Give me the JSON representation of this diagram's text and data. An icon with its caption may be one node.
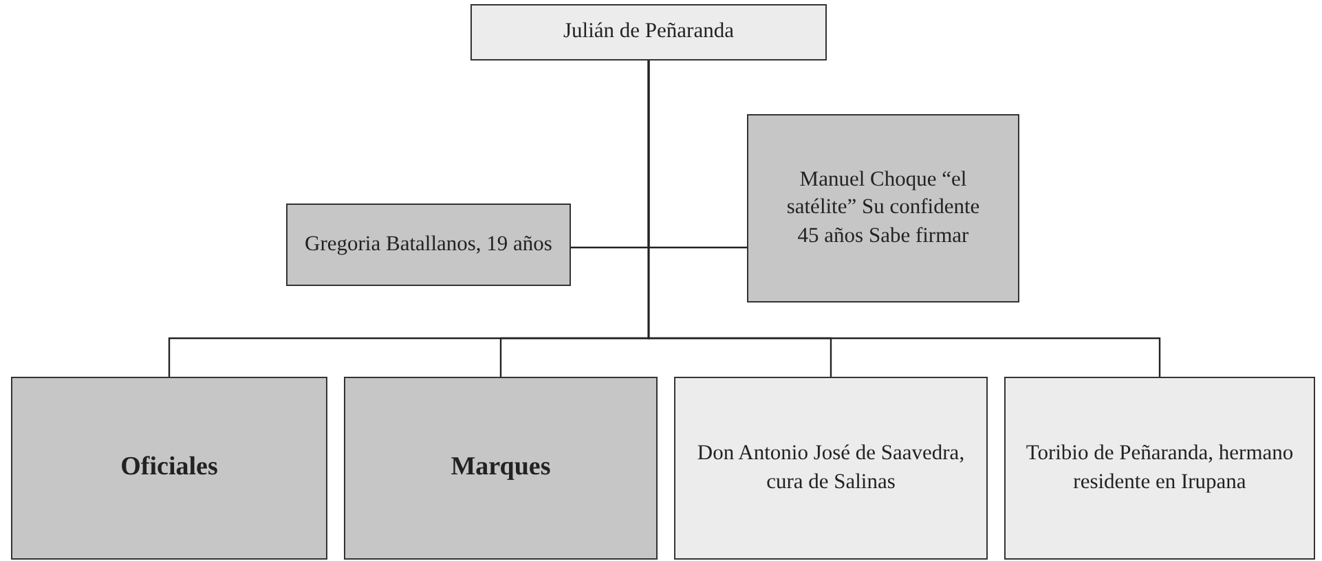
{
  "diagram": {
    "nodes": [
      {
        "text": [
          "Julián de Peñaranda"
        ]
      },
      {
        "text": [
          "Gregoria Batallanos, 19 años"
        ]
      },
      {
        "text": [
          "Manuel Choque “el satélite” Su confidente 45 años Sabe firmar"
        ]
      },
      {
        "text": [
          "Oficiales"
        ]
      },
      {
        "text": [
          "Marques"
        ]
      },
      {
        "text": [
          "Don Antonio José de Saavedra, cura de Salinas"
        ]
      },
      {
        "text": [
          "Toribio de Peñaranda, hermano residente en Irupana"
        ]
      }
    ],
    "edges": [
      {
        "from": 0,
        "to": 1,
        "arrow": "none"
      },
      {
        "from": 0,
        "to": 2,
        "arrow": "none"
      },
      {
        "from": 0,
        "to": 3,
        "arrow": "none"
      },
      {
        "from": 0,
        "to": 4,
        "arrow": "none"
      },
      {
        "from": 0,
        "to": 5,
        "arrow": "none"
      },
      {
        "from": 0,
        "to": 6,
        "arrow": "none"
      }
    ]
  }
}
